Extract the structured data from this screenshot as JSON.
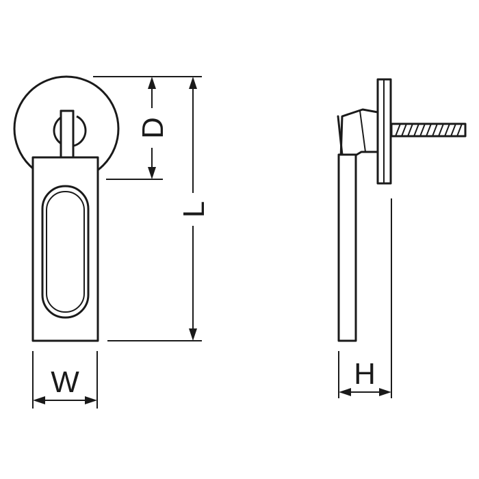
{
  "dimensions": {
    "width_label": "W",
    "length_label": "L",
    "diameter_label": "D",
    "height_label": "H"
  },
  "colors": {
    "line": "#1a1a1a",
    "background": "#ffffff"
  }
}
